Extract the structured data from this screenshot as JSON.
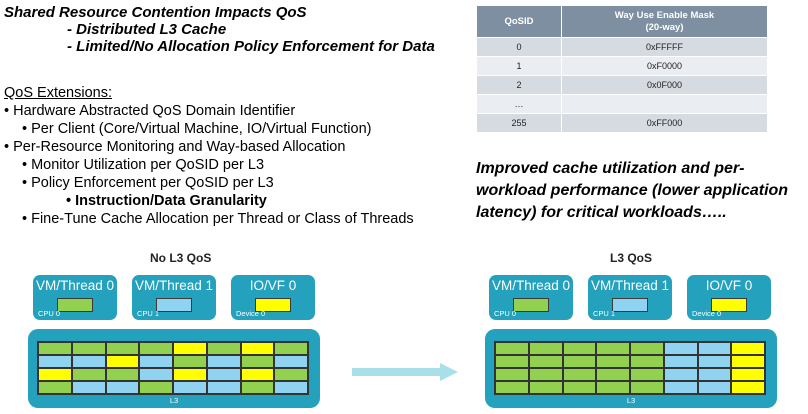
{
  "colors": {
    "green": "#92d050",
    "blue": "#8fd3f0",
    "yellow": "#ffff00",
    "teal": "#23a1bd",
    "table_header": "#7d8fa1",
    "arrow": "#a9dfe8"
  },
  "heading": {
    "title": "Shared Resource Contention Impacts QoS",
    "sub1": "- Distributed L3 Cache",
    "sub2": "- Limited/No Allocation Policy Enforcement for Data"
  },
  "extensions": {
    "title": "QoS Extensions:",
    "items": [
      "• Hardware Abstracted QoS Domain Identifier",
      "• Per Client (Core/Virtual Machine, IO/Virtual Function)",
      "• Per-Resource Monitoring and Way-based Allocation",
      "• Monitor Utilization per QoSID per L3",
      "• Policy Enforcement per QoSID per L3",
      "• Instruction/Data Granularity",
      "• Fine-Tune Cache Allocation per Thread or Class of Threads"
    ]
  },
  "table": {
    "col1": "QoSID",
    "col2_line1": "Way Use Enable Mask",
    "col2_line2": "(20-way)",
    "rows": [
      {
        "id": "0",
        "mask": "0xFFFFF"
      },
      {
        "id": "1",
        "mask": "0xF0000"
      },
      {
        "id": "2",
        "mask": "0x0F000"
      },
      {
        "id": "…",
        "mask": ""
      },
      {
        "id": "255",
        "mask": "0xFF000"
      }
    ]
  },
  "improved_text": "Improved cache utilization and per-workload performance (lower application latency) for critical workloads…..",
  "left_diagram": {
    "title": "No L3 QoS",
    "boxes": [
      {
        "label": "VM/Thread 0",
        "sub": "CPU 0",
        "color": "green"
      },
      {
        "label": "VM/Thread 1",
        "sub": "CPU 1",
        "color": "blue"
      },
      {
        "label": "IO/VF 0",
        "sub": "Device 0",
        "color": "yellow"
      }
    ],
    "l3_label": "L3",
    "grid": [
      [
        "green",
        "green",
        "green",
        "green",
        "yellow",
        "green",
        "yellow",
        "green"
      ],
      [
        "blue",
        "blue",
        "yellow",
        "blue",
        "green",
        "blue",
        "green",
        "blue"
      ],
      [
        "yellow",
        "green",
        "green",
        "blue",
        "yellow",
        "blue",
        "yellow",
        "green"
      ],
      [
        "green",
        "blue",
        "blue",
        "green",
        "blue",
        "blue",
        "green",
        "blue"
      ]
    ]
  },
  "right_diagram": {
    "title": "L3 QoS",
    "boxes": [
      {
        "label": "VM/Thread 0",
        "sub": "CPU 0",
        "color": "green"
      },
      {
        "label": "VM/Thread 1",
        "sub": "CPU 1",
        "color": "blue"
      },
      {
        "label": "IO/VF 0",
        "sub": "Device 0",
        "color": "yellow"
      }
    ],
    "l3_label": "L3",
    "grid": [
      [
        "green",
        "green",
        "green",
        "green",
        "green",
        "blue",
        "blue",
        "yellow"
      ],
      [
        "green",
        "green",
        "green",
        "green",
        "green",
        "blue",
        "blue",
        "yellow"
      ],
      [
        "green",
        "green",
        "green",
        "green",
        "green",
        "blue",
        "blue",
        "yellow"
      ],
      [
        "green",
        "green",
        "green",
        "green",
        "green",
        "blue",
        "blue",
        "yellow"
      ]
    ]
  }
}
